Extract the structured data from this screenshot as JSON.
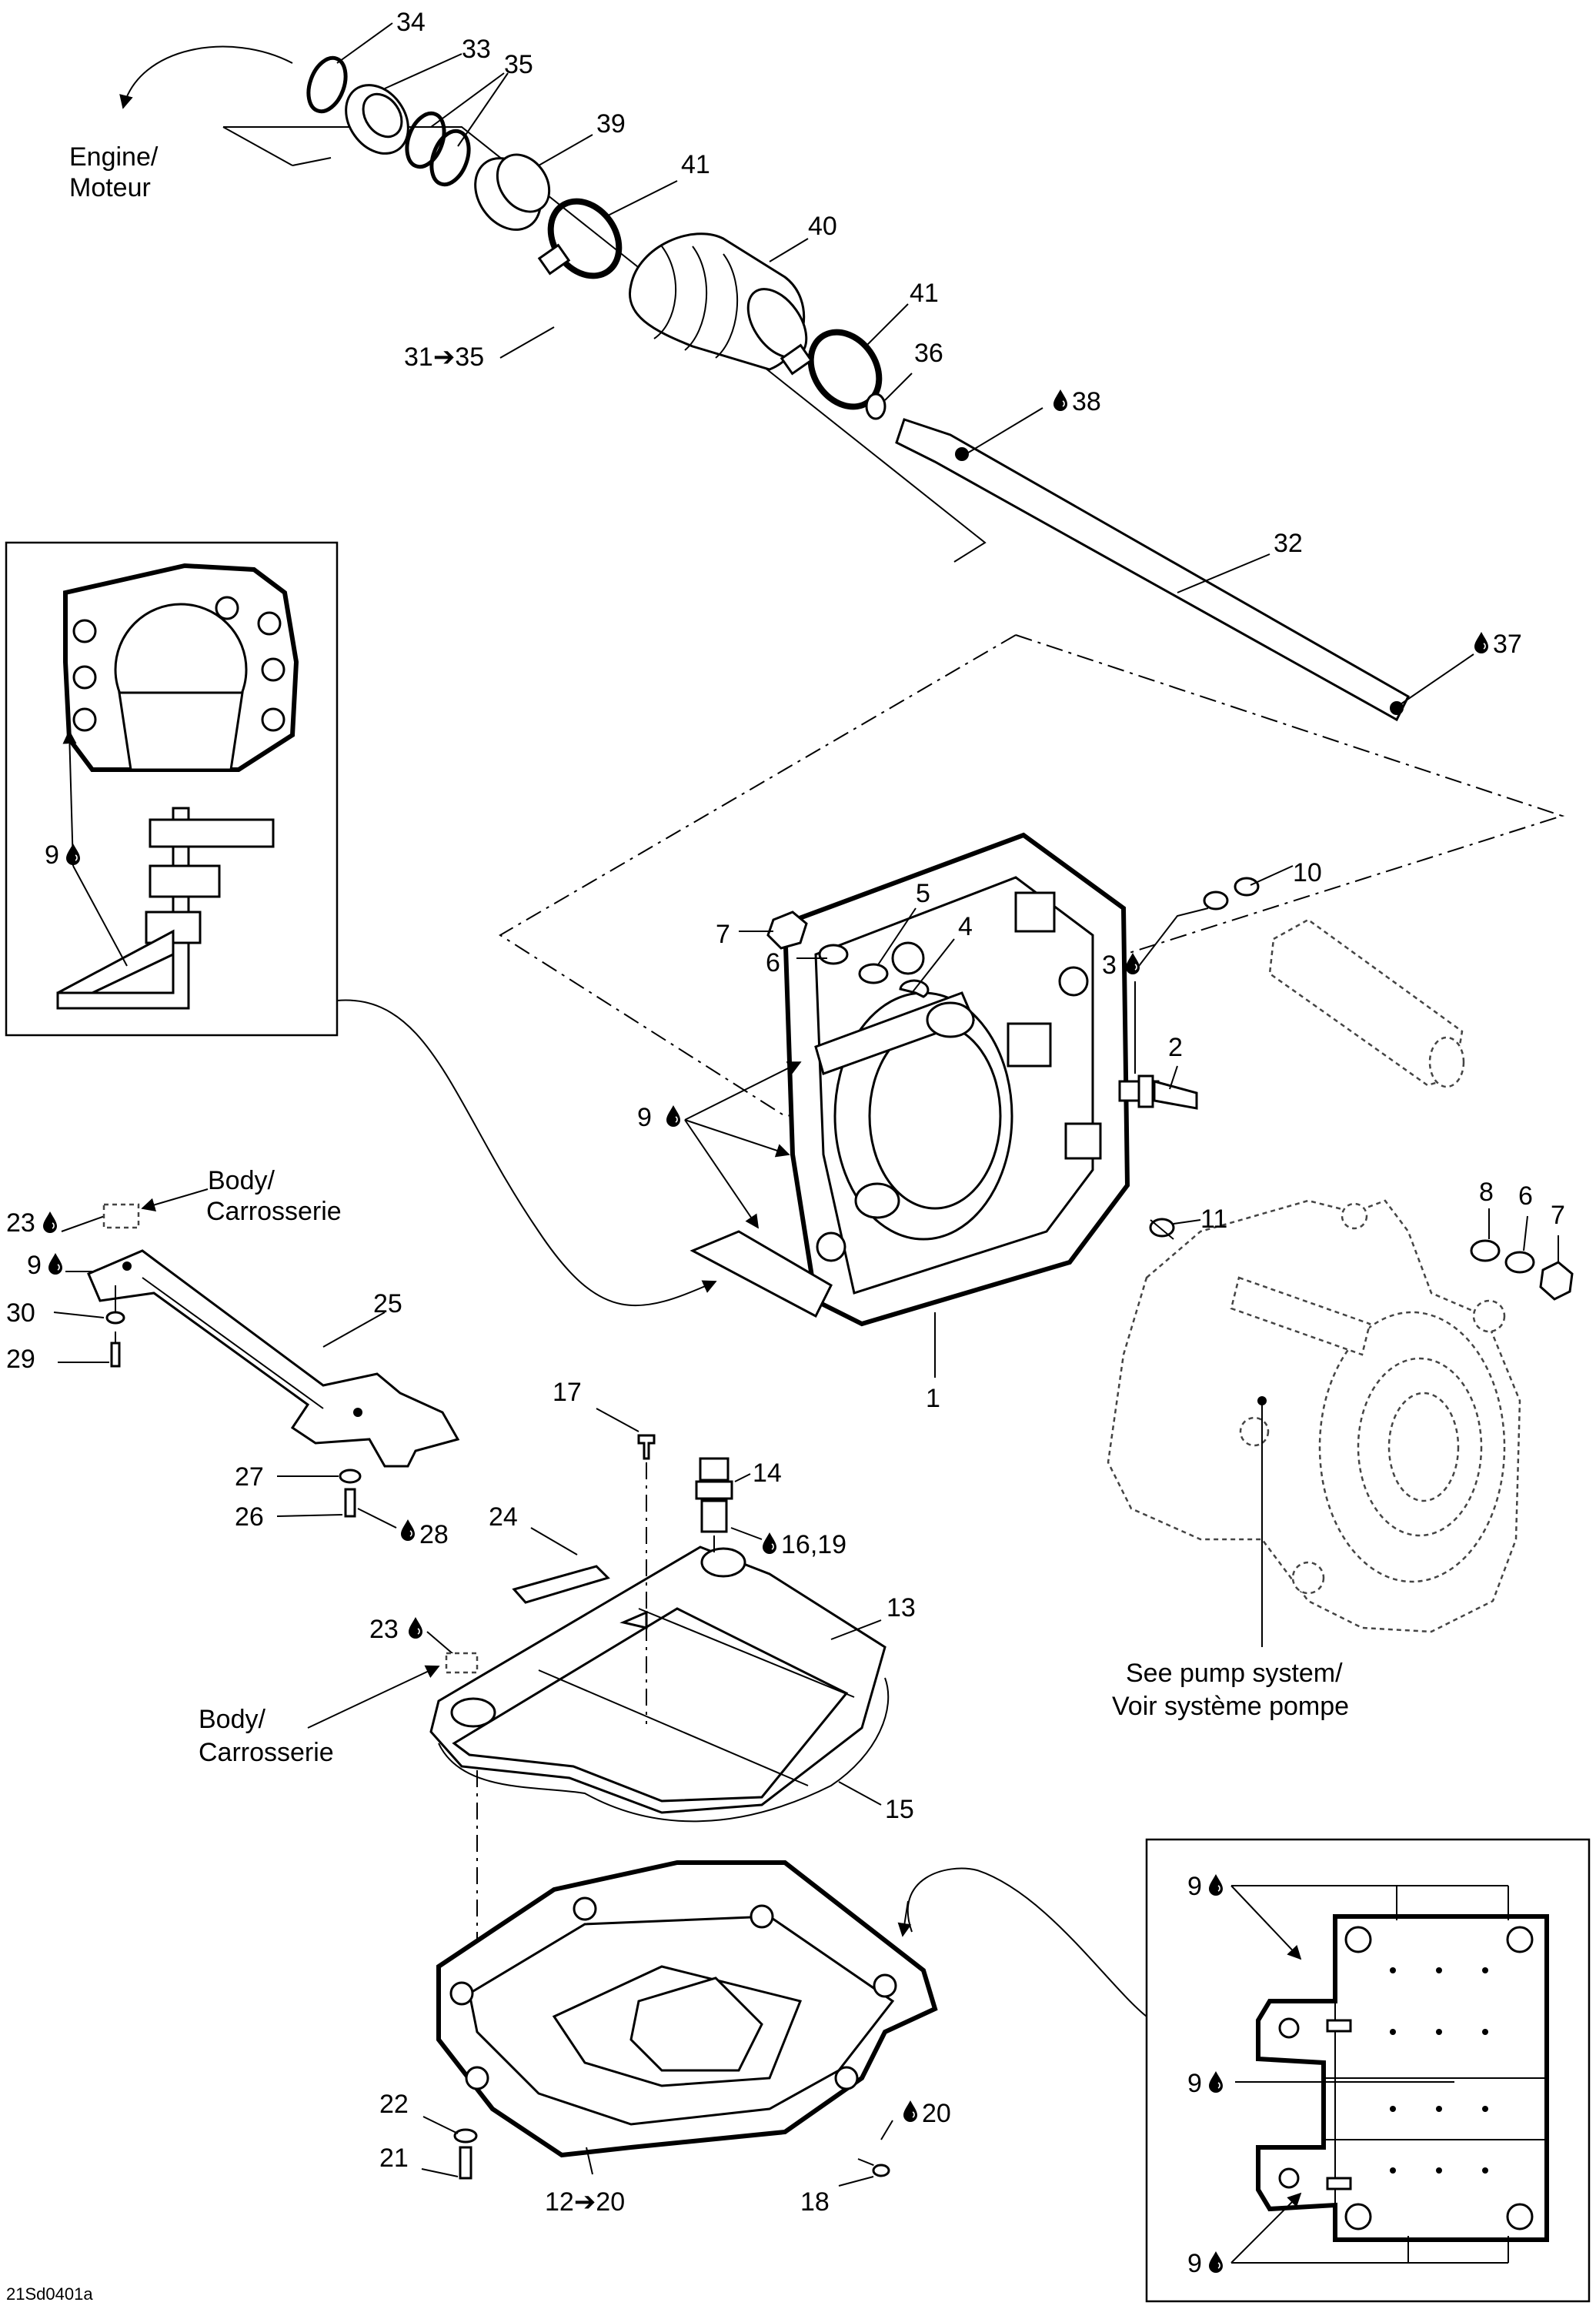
{
  "diagram": {
    "code": "21Sd0401a",
    "labels": {
      "engine": [
        "Engine/",
        "Moteur"
      ],
      "body_top": [
        "Body/",
        "Carrosserie"
      ],
      "body_mid": [
        "Body/",
        "Carrosserie"
      ],
      "pump": [
        "See pump system/",
        "Voir système pompe"
      ]
    },
    "callouts": {
      "c34": "34",
      "c33": "33",
      "c35": "35",
      "c39": "39",
      "c41a": "41",
      "c40": "40",
      "c41b": "41",
      "c31_35": "31➔35",
      "c36": "36",
      "c38": "38",
      "c32": "32",
      "c37": "37",
      "c10": "10",
      "c5": "5",
      "c7a": "7",
      "c4": "4",
      "c6a": "6",
      "c3": "3",
      "c2": "2",
      "c9_box": "9",
      "c9_housing": "9",
      "c8": "8",
      "c6b": "6",
      "c7b": "7",
      "c11": "11",
      "c1": "1",
      "c23a": "23",
      "c9_bracket": "9",
      "c30": "30",
      "c25": "25",
      "c29": "29",
      "c17": "17",
      "c14": "14",
      "c27": "27",
      "c26": "26",
      "c28": "28",
      "c24": "24",
      "c16_19": "16,19",
      "c13": "13",
      "c23b": "23",
      "c15": "15",
      "c9_r1": "9",
      "c9_r2": "9",
      "c9_r3": "9",
      "c22": "22",
      "c20": "20",
      "c21": "21",
      "c12_20": "12➔20",
      "c18": "18"
    }
  }
}
